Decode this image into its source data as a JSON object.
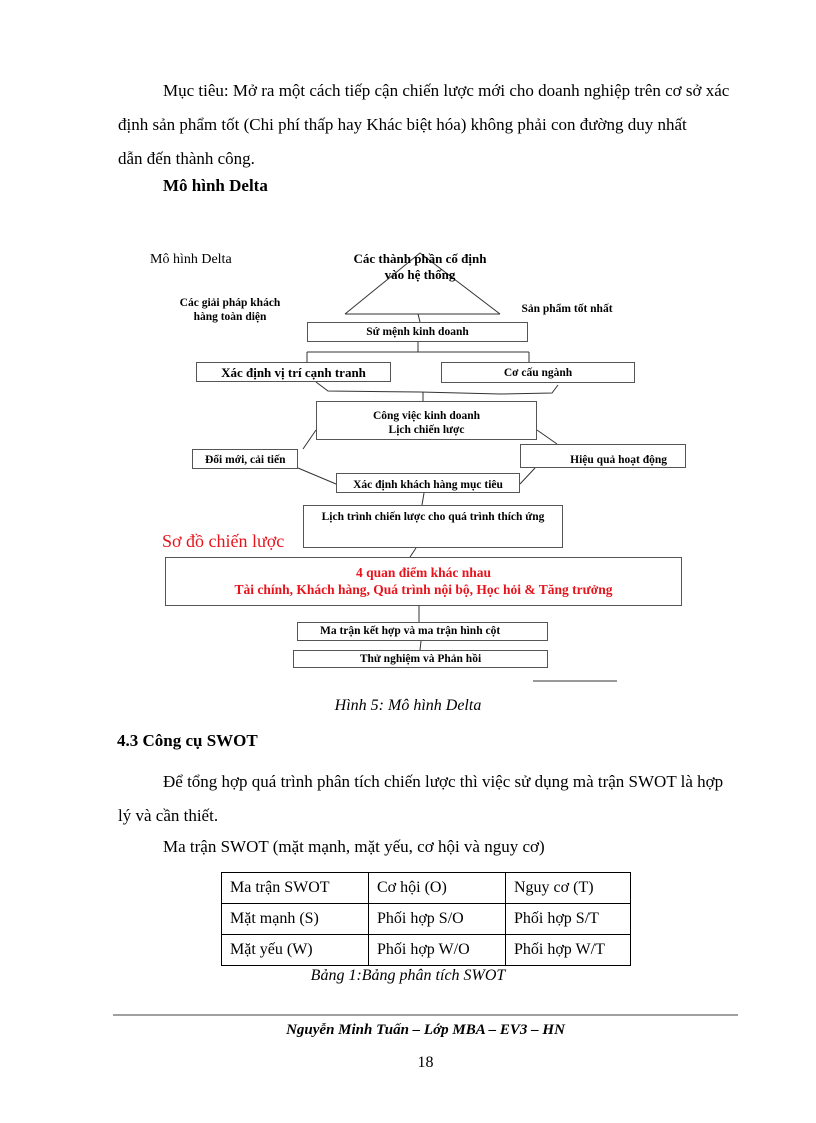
{
  "intro": {
    "line1": "Mục tiêu: Mở ra một cách tiếp cận chiến lược mới cho doanh nghiệp trên cơ sở xác",
    "line2": "định sản phẩm tốt (Chi phí thấp hay Khác biệt hóa) không phải con đường duy nhất",
    "line3": "dẫn đến thành công."
  },
  "section_heading": "Mô hình Delta",
  "diagram": {
    "corner_label": "Mô hình Delta",
    "triangle_title_line1": "Các thành phần cố định",
    "triangle_title_line2": "vào hệ thống",
    "left_corner_line1": "Các giải pháp khách",
    "left_corner_line2": "hàng toàn diện",
    "right_corner": "Sản phẩm tốt nhất",
    "boxes": {
      "mission": "Sứ mệnh kinh doanh",
      "competitive_position": "Xác định vị trí cạnh tranh",
      "industry_structure": "Cơ cấu ngành",
      "business_work_line1": "Công việc kinh doanh",
      "business_work_line2": "Lịch chiến lược",
      "innovation": "Đổi mới, cải tiến",
      "operational_efficiency": "Hiệu quả hoạt động",
      "target_customers": "Xác định khách hàng mục tiêu",
      "adaptive_schedule": "Lịch trình chiến lược cho quá trình thích ứng",
      "perspectives_line1": "4 quan điểm khác nhau",
      "perspectives_line2": "Tài chính, Khách hàng, Quá trình nội bộ, Học hỏi & Tăng trưởng",
      "matrix": "Ma trận kết hợp và ma trận hình cột",
      "testing": "Thử nghiệm và Phản hồi"
    },
    "strategy_map_label": "Sơ đồ chiến lược",
    "accent_color": "#e8141c"
  },
  "figure_caption": "Hình 5: Mô hình Delta",
  "swot_section": {
    "heading": "4.3 Công cụ SWOT",
    "para_line1": "Để tổng hợp quá trình phân tích chiến lược thì việc sử dụng mà trận SWOT là hợp",
    "para_line2": "lý và cần thiết.",
    "intro": "Ma trận SWOT (mặt mạnh, mặt yếu, cơ hội và nguy cơ)",
    "table": {
      "rows": [
        [
          "Ma trận SWOT",
          "Cơ hội (O)",
          "Nguy cơ (T)"
        ],
        [
          "Mặt mạnh (S)",
          "Phối hợp S/O",
          "Phối hợp S/T"
        ],
        [
          "Mặt yếu (W)",
          "Phối hợp W/O",
          "Phối hợp W/T"
        ]
      ]
    },
    "table_caption": "Bảng 1:Bảng phân tích SWOT"
  },
  "footer": {
    "author": "Nguyễn Minh Tuấn – Lớp MBA – EV3 – HN",
    "page_number": "18"
  }
}
